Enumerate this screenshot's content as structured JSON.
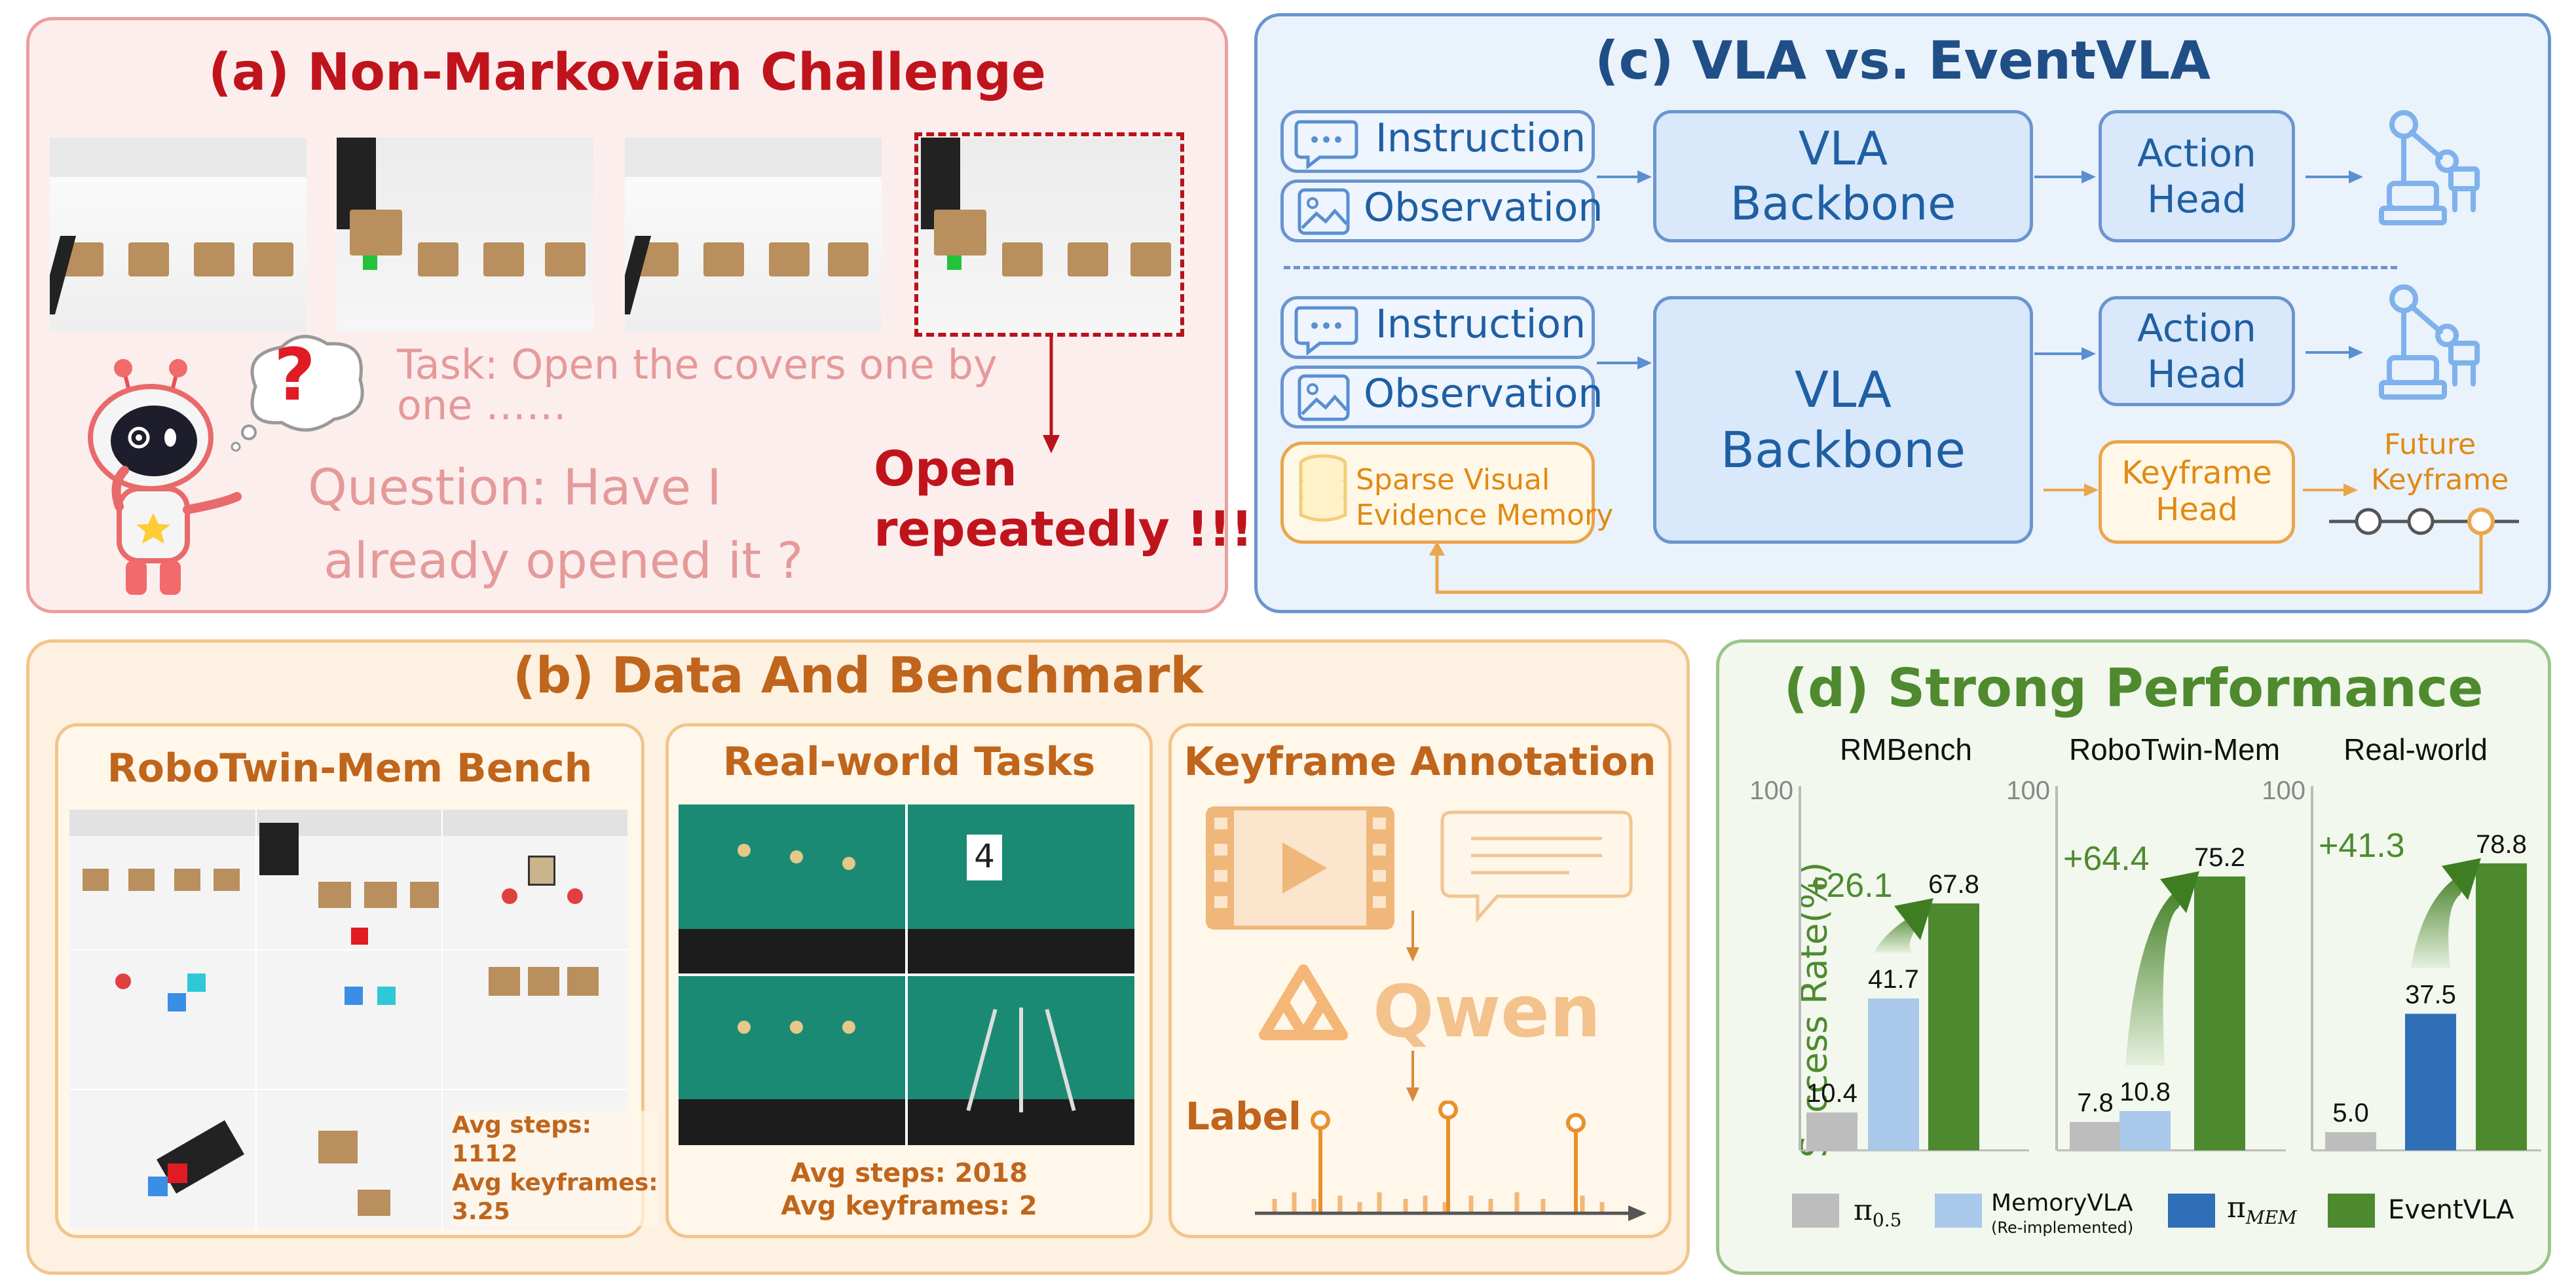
{
  "panel_a": {
    "title": "(a) Non-Markovian Challenge",
    "task": "Task: Open the covers one by\none ……",
    "question": "Question: Have I\n already opened it ?",
    "outcome": "Open\nrepeatedly !!!",
    "question_mark": "?"
  },
  "panel_b": {
    "title": "(b) Data And Benchmark",
    "robotwin": {
      "title": "RoboTwin-Mem Bench",
      "stats": "Avg steps:\n1112\nAvg keyframes:\n3.25"
    },
    "realworld": {
      "title": "Real-world Tasks",
      "stats": "Avg steps: 2018\nAvg keyframes: 2",
      "card_digit": "4"
    },
    "annotation": {
      "title": "Keyframe Annotation",
      "qwen": "Qwen",
      "label": "Label"
    }
  },
  "panel_c": {
    "title": "(c) VLA vs. EventVLA",
    "instruction": "Instruction",
    "observation": "Observation",
    "backbone": "VLA\nBackbone",
    "action_head": "Action\nHead",
    "memory": "Sparse Visual\nEvidence Memory",
    "keyframe_head": "Keyframe\nHead",
    "future_keyframe": "Future\nKeyframe"
  },
  "panel_d": {
    "title": "(d) Strong Performance",
    "ylabel": "Success Rate(%)",
    "legend": [
      {
        "label": "π",
        "sub": "0.5",
        "note": "",
        "color": "#bdbdbd"
      },
      {
        "label": "MemoryVLA",
        "sub": "",
        "note": "(Re-implemented)",
        "color": "#a9c8ea"
      },
      {
        "label": "π",
        "sub": "MEM",
        "note": "",
        "color": "#2e6fb7"
      },
      {
        "label": "EventVLA",
        "sub": "",
        "note": "",
        "color": "#4d8a2f"
      }
    ]
  },
  "colors": {
    "pi05": "#bdbdbd",
    "memoryvla": "#a9c8ea",
    "pimem": "#2e6fb7",
    "eventvla": "#4d8a2f",
    "title_red": "#c0141c",
    "title_blue": "#1f4f86",
    "title_orange": "#c0651c",
    "title_green": "#4f8a2f"
  },
  "chart_data": [
    {
      "type": "bar",
      "title": "RMBench",
      "ylim": [
        0,
        100
      ],
      "ytick": "100",
      "categories": [
        "π0.5",
        "MemoryVLA",
        "EventVLA"
      ],
      "values": [
        10.4,
        41.7,
        67.8
      ],
      "colors": [
        "#bdbdbd",
        "#a9c8ea",
        "#4d8a2f"
      ],
      "gain": "+26.1"
    },
    {
      "type": "bar",
      "title": "RoboTwin-Mem",
      "ylim": [
        0,
        100
      ],
      "ytick": "100",
      "categories": [
        "π0.5",
        "MemoryVLA",
        "EventVLA"
      ],
      "values": [
        7.8,
        10.8,
        75.2
      ],
      "colors": [
        "#bdbdbd",
        "#a9c8ea",
        "#4d8a2f"
      ],
      "gain": "+64.4"
    },
    {
      "type": "bar",
      "title": "Real-world",
      "ylim": [
        0,
        100
      ],
      "ytick": "100",
      "categories": [
        "π0.5",
        "πMEM",
        "EventVLA"
      ],
      "values": [
        5.0,
        37.5,
        78.8
      ],
      "colors": [
        "#bdbdbd",
        "#2e6fb7",
        "#4d8a2f"
      ],
      "gain": "+41.3"
    }
  ]
}
